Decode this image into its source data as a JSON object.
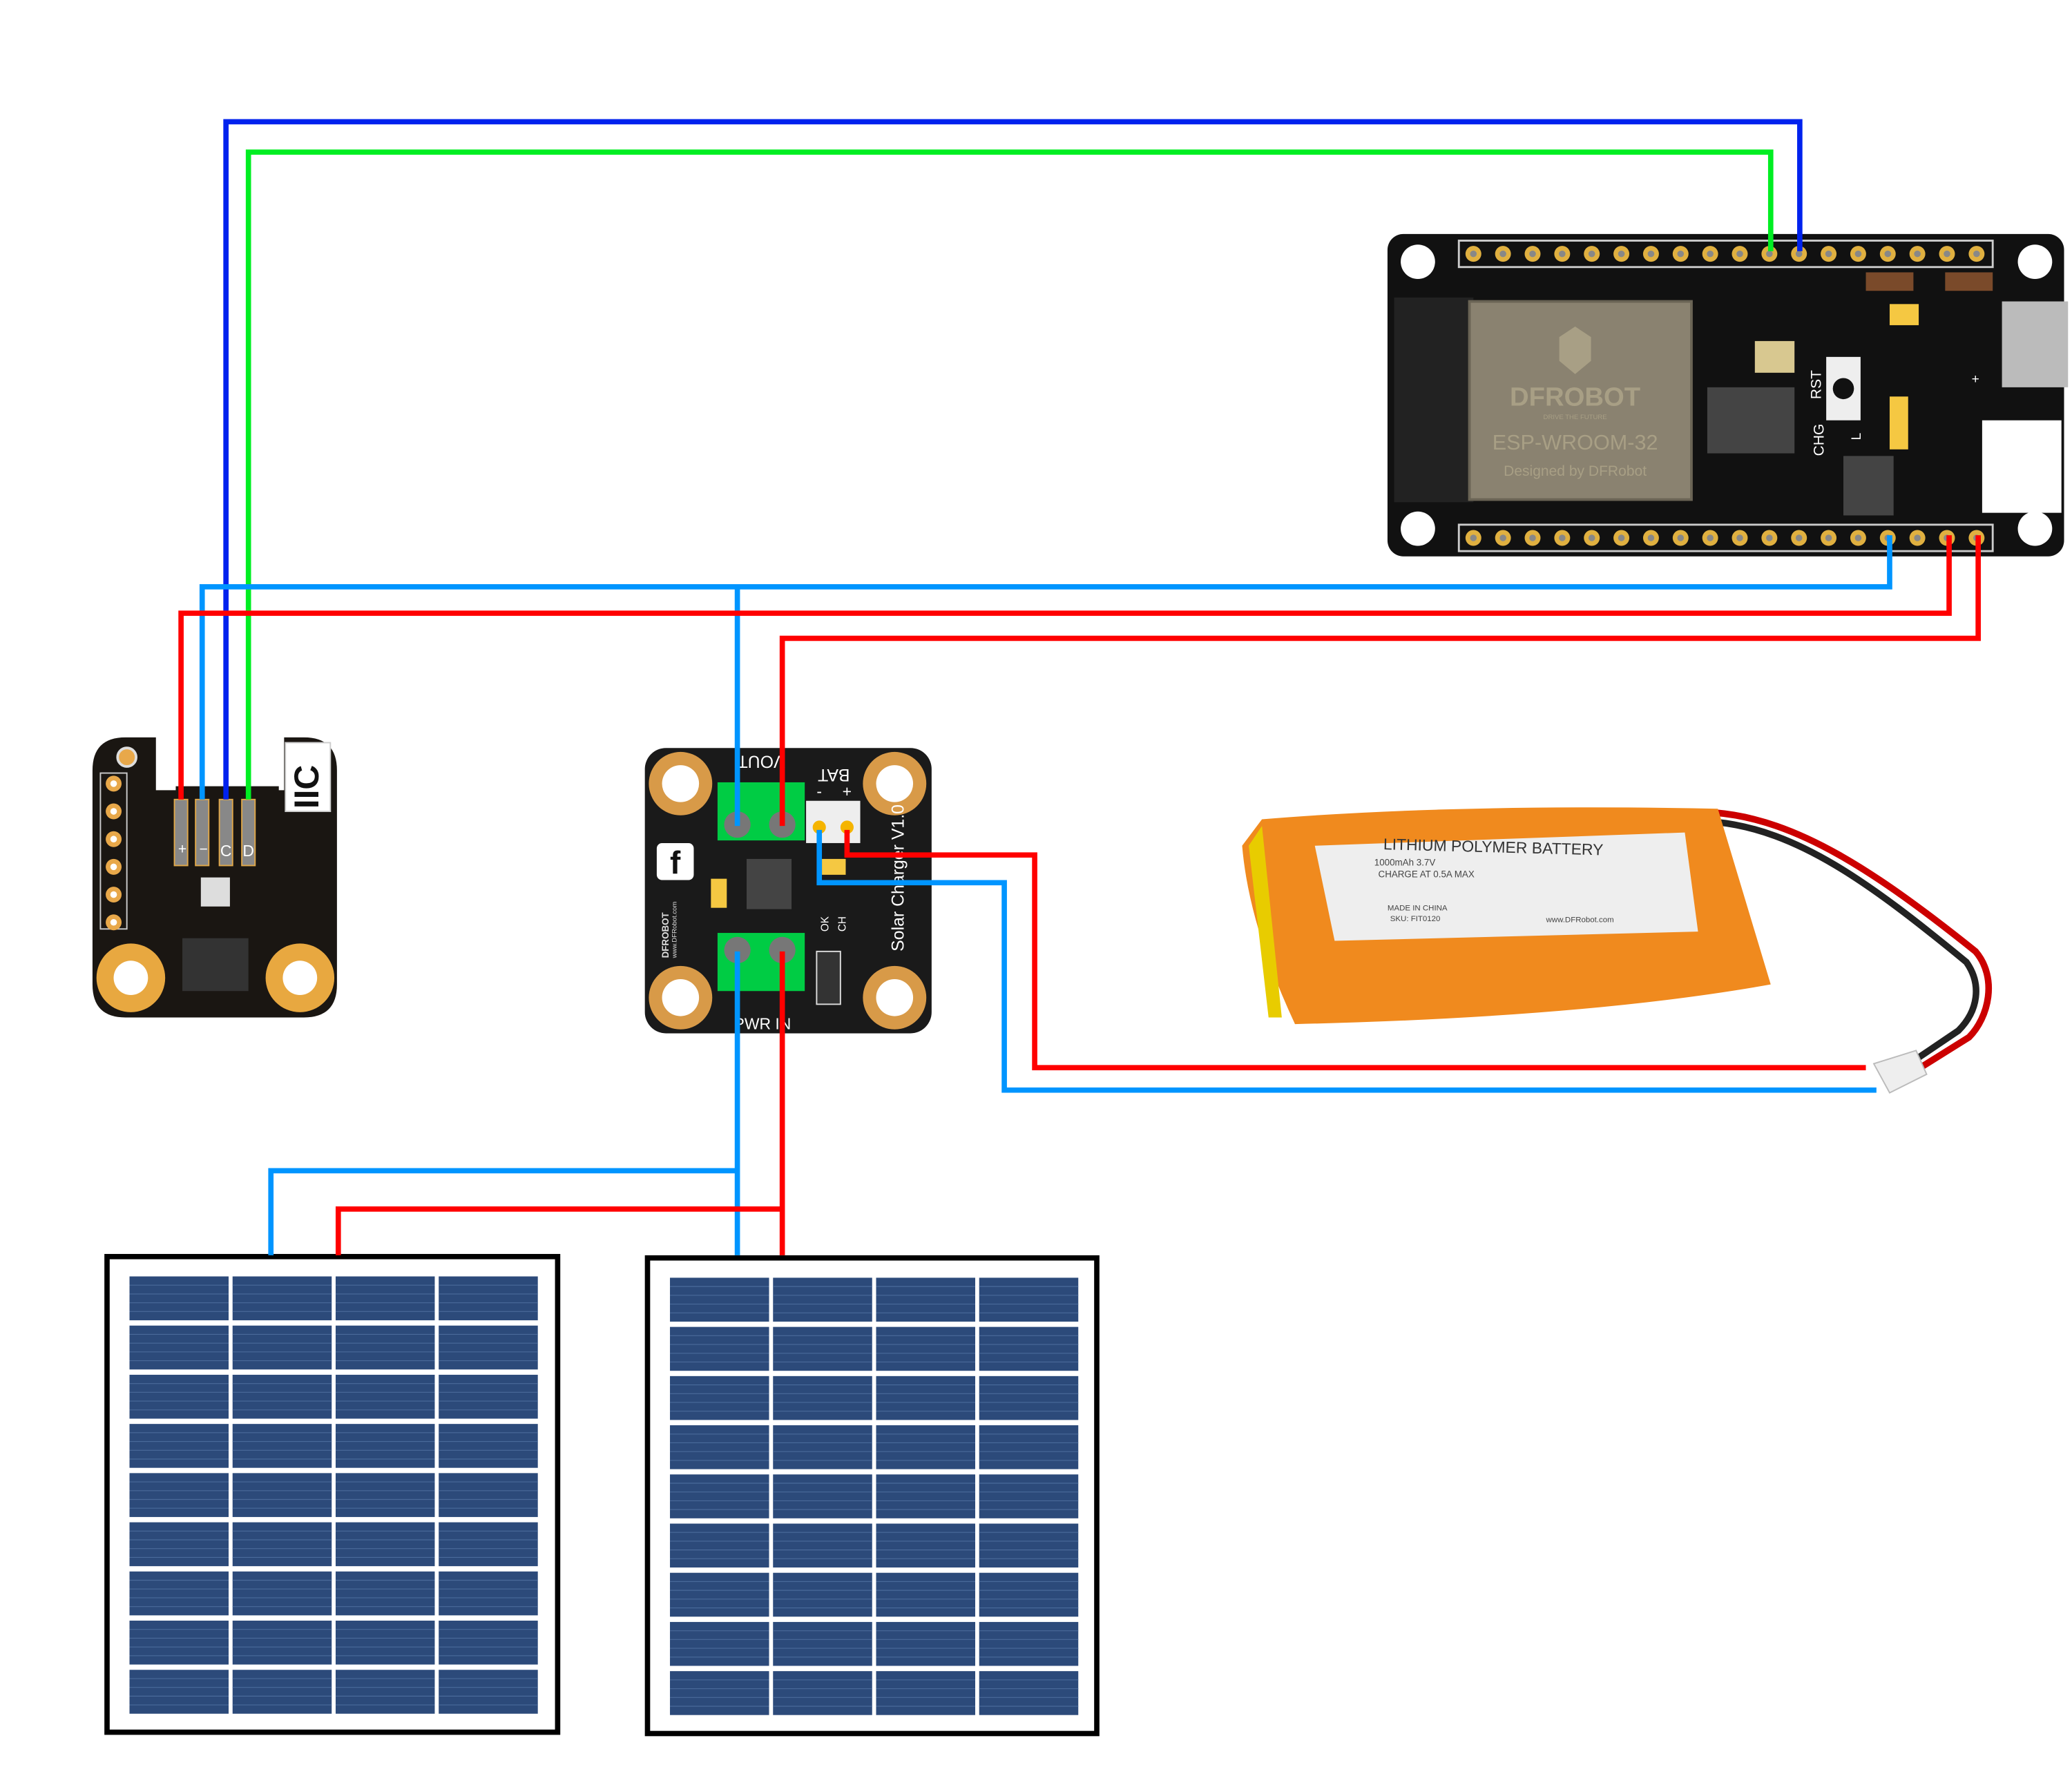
{
  "colors": {
    "red": "#ff0000",
    "blue": "#0022ee",
    "light_blue": "#0095ff",
    "green": "#00ee22",
    "pcb": "#1a1a1a",
    "pad": "#e0a84a",
    "terminal": "#00cc44",
    "battery": "#f08a1e",
    "panel_cell": "#2c4a7a"
  },
  "esp32": {
    "brand": "DFROBOT",
    "tagline": "DRIVE THE FUTURE",
    "module": "ESP-WROOM-32",
    "designer": "Designed by DFRobot",
    "rst": "RST",
    "chg": "CHG",
    "led_l": "L",
    "plus": "+"
  },
  "sensor": {
    "plus": "+",
    "minus": "−",
    "c": "C",
    "d": "D",
    "iic": "IIC"
  },
  "charger": {
    "vout": "VOUT",
    "bat": "BAT",
    "bat_minus": "-",
    "bat_plus": "+",
    "title": "Solar Charger V1.0",
    "ok": "OK",
    "ch": "CH",
    "pwr_in": "PWR IN",
    "brand": "DFROBOT",
    "url": "www.DFRobot.com",
    "logo": "f"
  },
  "battery": {
    "title": "LITHIUM POLYMER BATTERY",
    "capacity": "1000mAh 3.7V",
    "charge": "CHARGE AT 0.5A MAX",
    "origin": "MADE IN CHINA",
    "sku": "SKU: FIT0120",
    "url": "www.DFRobot.com"
  }
}
